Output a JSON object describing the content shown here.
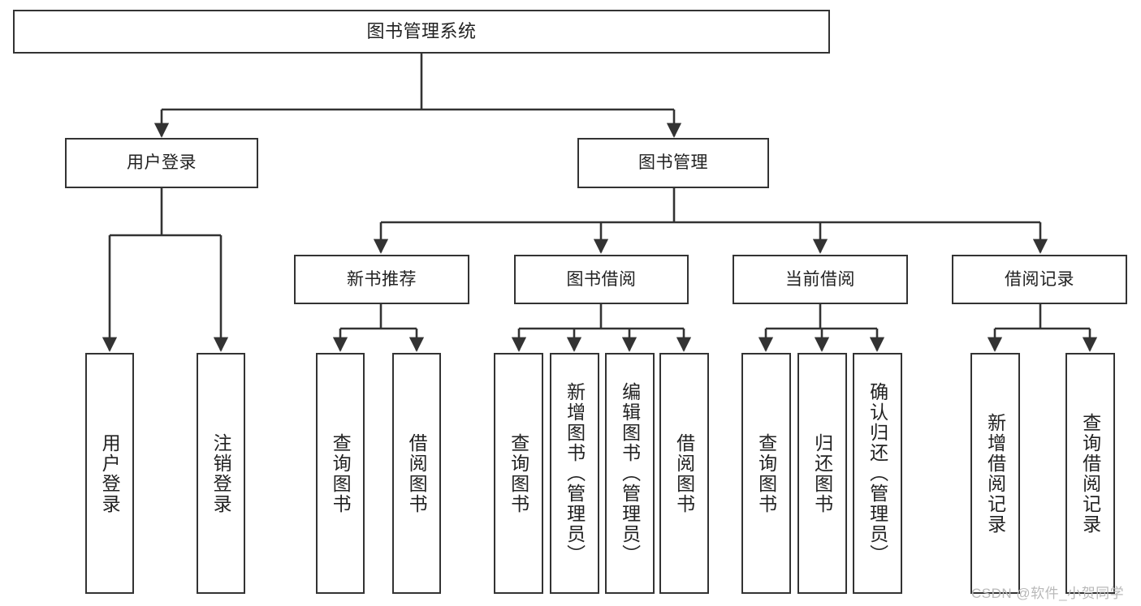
{
  "diagram": {
    "type": "tree-hierarchy",
    "title": "图书管理系统",
    "watermark": "CSDN @软件_小贺同学",
    "colors": {
      "box_border": "#333333",
      "box_fill": "#ffffff",
      "edge": "#333333",
      "text": "#222222",
      "watermark": "#b9b9b9",
      "background": "#ffffff"
    },
    "nodes": {
      "root": {
        "label": "图书管理系统"
      },
      "level2": [
        {
          "id": "user-login",
          "label": "用户登录"
        },
        {
          "id": "book-manage",
          "label": "图书管理"
        }
      ],
      "level3": [
        {
          "id": "new-book-recommend",
          "label": "新书推荐"
        },
        {
          "id": "book-borrow",
          "label": "图书借阅"
        },
        {
          "id": "current-borrow",
          "label": "当前借阅"
        },
        {
          "id": "borrow-record",
          "label": "借阅记录"
        }
      ],
      "leaves": {
        "user-login": [
          {
            "id": "leaf-user-login",
            "label": "用户登录"
          },
          {
            "id": "leaf-logout-login",
            "label": "注销登录"
          }
        ],
        "new-book-recommend": [
          {
            "id": "leaf-query-book-1",
            "label": "查询图书"
          },
          {
            "id": "leaf-borrow-book-1",
            "label": "借阅图书"
          }
        ],
        "book-borrow": [
          {
            "id": "leaf-query-book-2",
            "label": "查询图书"
          },
          {
            "id": "leaf-add-book",
            "label": "新增图书（管理员）"
          },
          {
            "id": "leaf-edit-book",
            "label": "编辑图书（管理员）"
          },
          {
            "id": "leaf-borrow-book-2",
            "label": "借阅图书"
          }
        ],
        "current-borrow": [
          {
            "id": "leaf-query-book-3",
            "label": "查询图书"
          },
          {
            "id": "leaf-return-book",
            "label": "归还图书"
          },
          {
            "id": "leaf-confirm-return",
            "label": "确认归还（管理员）"
          }
        ],
        "borrow-record": [
          {
            "id": "leaf-add-record",
            "label": "新增借阅记录"
          },
          {
            "id": "leaf-query-record",
            "label": "查询借阅记录"
          }
        ]
      }
    }
  }
}
